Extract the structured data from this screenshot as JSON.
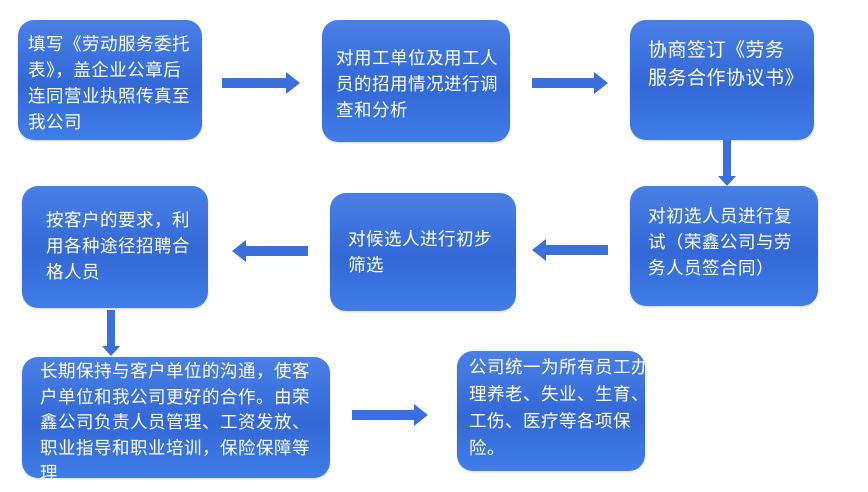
{
  "colors": {
    "box_top": "#4a80e4",
    "box_mid": "#3368d6",
    "box_bottom": "#3f7de8",
    "arrow": "#3a6fdc",
    "text": "#ffffff"
  },
  "steps": [
    {
      "id": "step1",
      "text": "填写《劳动服务委托表》，盖企业公章后连同营业执照传真至我公司"
    },
    {
      "id": "step2",
      "text": "对用工单位及用工人员的招用情况进行调查和分析"
    },
    {
      "id": "step3",
      "text": "协商签订《劳务服务合作协议书》"
    },
    {
      "id": "step4",
      "text": "对初选人员进行复试（荣鑫公司与劳务人员签合同）"
    },
    {
      "id": "step5",
      "text": "对候选人进行初步筛选"
    },
    {
      "id": "step6",
      "text": "按客户的要求，利用各种途径招聘合格人员"
    },
    {
      "id": "step7",
      "text": "长期保持与客户单位的沟通，使客户单位和我公司更好的合作。由荣鑫公司负责人员管理、工资发放、职业指导和职业培训，保险保障等理"
    },
    {
      "id": "step8",
      "text": "公司统一为所有员工办理养老、失业、生育、工伤、医疗等各项保险。"
    }
  ],
  "arrows": [
    {
      "from": "step1",
      "to": "step2",
      "direction": "right"
    },
    {
      "from": "step2",
      "to": "step3",
      "direction": "right"
    },
    {
      "from": "step3",
      "to": "step4",
      "direction": "down"
    },
    {
      "from": "step4",
      "to": "step5",
      "direction": "left"
    },
    {
      "from": "step5",
      "to": "step6",
      "direction": "left"
    },
    {
      "from": "step6",
      "to": "step7",
      "direction": "down"
    },
    {
      "from": "step7",
      "to": "step8",
      "direction": "right"
    }
  ]
}
